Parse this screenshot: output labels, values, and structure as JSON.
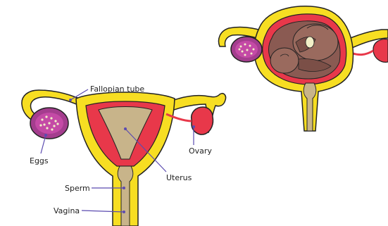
{
  "labels": {
    "fallopian_tube": "Fallopian tube",
    "ovary": "Ovary",
    "eggs": "Eggs",
    "uterus": "Uterus",
    "sperm": "Sperm",
    "vagina": "Vagina"
  },
  "colors": {
    "outline": "#222222",
    "yellow_tissue": "#f7de22",
    "red_tissue": "#e8384a",
    "tan_lining": "#c8b48a",
    "ovary_purple": "#a43d8e",
    "egg_dot": "#f2efc7",
    "leader_line": "#5b4bb0",
    "baby_skin": "#9a6a5e",
    "baby_shadow": "#7b4f47"
  },
  "icons": {
    "left_diagram": "uterus-diagram",
    "right_diagram": "pregnant-uterus-with-baby"
  }
}
